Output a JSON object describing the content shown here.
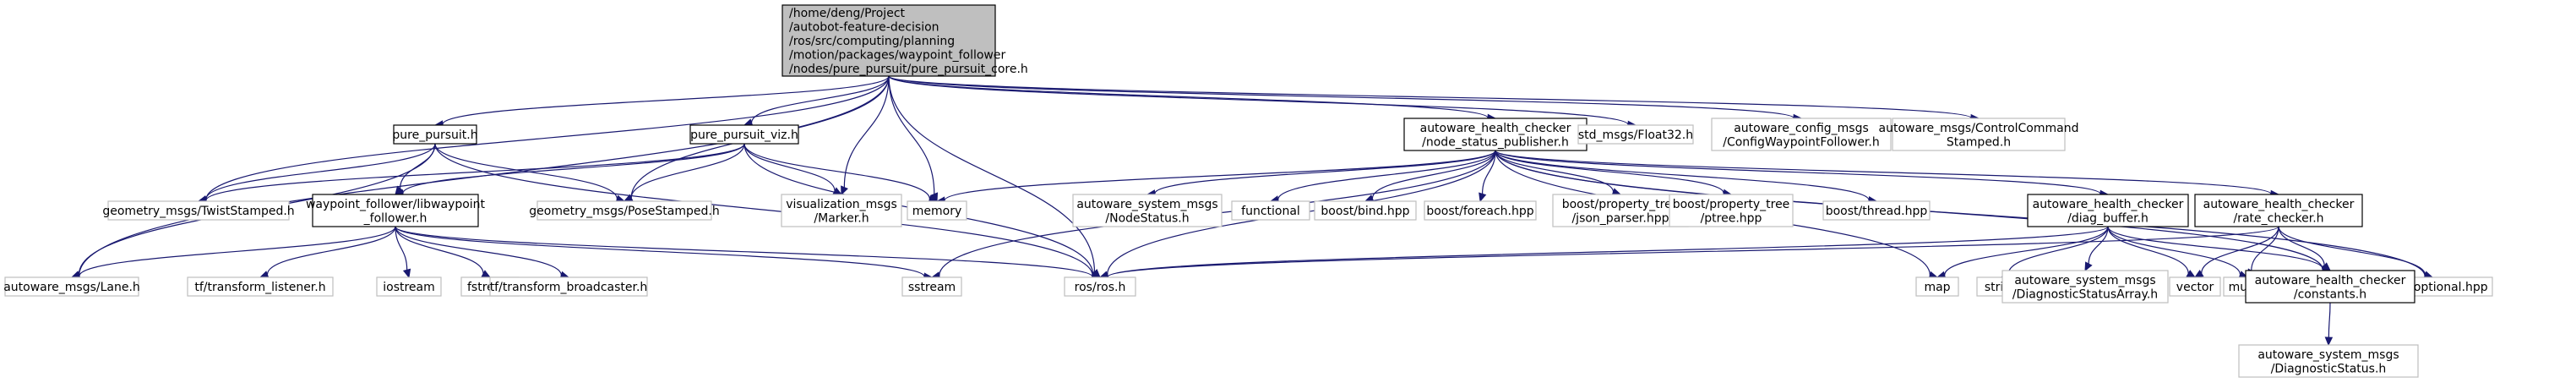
{
  "colors": {
    "edge": "#191970",
    "gray_border": "#bfbfbf",
    "black_border": "#000000",
    "root_fill": "#bfbfbf",
    "fill": "#ffffff"
  },
  "nodes": {
    "root": [
      "/home/deng/Project",
      "/autobot-feature-decision",
      "/ros/src/computing/planning",
      "/motion/packages/waypoint_follower",
      "/nodes/pure_pursuit/pure_pursuit_core.h"
    ],
    "pure_pursuit": [
      "pure_pursuit.h"
    ],
    "pure_pursuit_viz": [
      "pure_pursuit_viz.h"
    ],
    "node_status_publisher": [
      "autoware_health_checker",
      "/node_status_publisher.h"
    ],
    "float32": [
      "std_msgs/Float32.h"
    ],
    "config_waypoint": [
      "autoware_config_msgs",
      "/ConfigWaypointFollower.h"
    ],
    "control_command": [
      "autoware_msgs/ControlCommand",
      "Stamped.h"
    ],
    "twist_stamped": [
      "geometry_msgs/TwistStamped.h"
    ],
    "libwaypoint": [
      "waypoint_follower/libwaypoint",
      "_follower.h"
    ],
    "pose_stamped": [
      "geometry_msgs/PoseStamped.h"
    ],
    "marker": [
      "visualization_msgs",
      "/Marker.h"
    ],
    "memory": [
      "memory"
    ],
    "node_status": [
      "autoware_system_msgs",
      "/NodeStatus.h"
    ],
    "functional": [
      "functional"
    ],
    "bind": [
      "boost/bind.hpp"
    ],
    "foreach": [
      "boost/foreach.hpp"
    ],
    "json_parser": [
      "boost/property_tree",
      "/json_parser.hpp"
    ],
    "ptree": [
      "boost/property_tree",
      "/ptree.hpp"
    ],
    "thread": [
      "boost/thread.hpp"
    ],
    "diag_buffer": [
      "autoware_health_checker",
      "/diag_buffer.h"
    ],
    "rate_checker": [
      "autoware_health_checker",
      "/rate_checker.h"
    ],
    "optional": [
      "boost/optional.hpp"
    ],
    "lane": [
      "autoware_msgs/Lane.h"
    ],
    "transform_listener": [
      "tf/transform_listener.h"
    ],
    "iostream": [
      "iostream"
    ],
    "fstream": [
      "fstream"
    ],
    "transform_broadcaster": [
      "tf/transform_broadcaster.h"
    ],
    "sstream": [
      "sstream"
    ],
    "ros": [
      "ros/ros.h"
    ],
    "map": [
      "map"
    ],
    "string": [
      "string"
    ],
    "diag_status_array": [
      "autoware_system_msgs",
      "/DiagnosticStatusArray.h"
    ],
    "vector": [
      "vector"
    ],
    "mutex": [
      "mutex"
    ],
    "constants": [
      "autoware_health_checker",
      "/constants.h"
    ],
    "diag_status": [
      "autoware_system_msgs",
      "/DiagnosticStatus.h"
    ]
  }
}
